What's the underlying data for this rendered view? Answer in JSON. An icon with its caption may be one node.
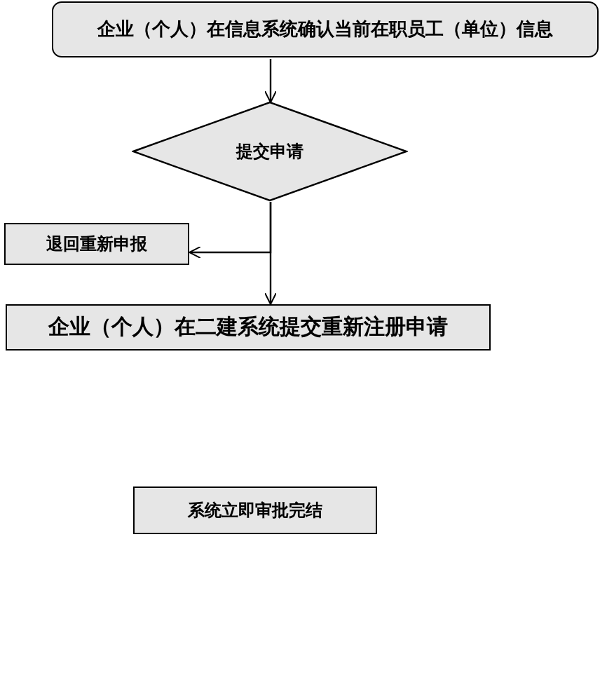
{
  "diagram": {
    "nodes": [
      {
        "text": [
          "企业（个人）在信息系统确认当前在职员工（单位）信息"
        ]
      },
      {
        "text": [
          "提交申请"
        ]
      },
      {
        "text": [
          "退回重新申报"
        ]
      },
      {
        "text": [
          "企业（个人）在二建系统提交重新注册申请"
        ]
      },
      {
        "text": [
          "系统立即审批完结"
        ]
      }
    ],
    "edges": [
      {
        "from": 0,
        "to": 1,
        "arrow": "to"
      },
      {
        "from": 1,
        "to": 3,
        "arrow": "to"
      },
      {
        "from": 1,
        "to": 2,
        "arrow": "to"
      }
    ]
  }
}
